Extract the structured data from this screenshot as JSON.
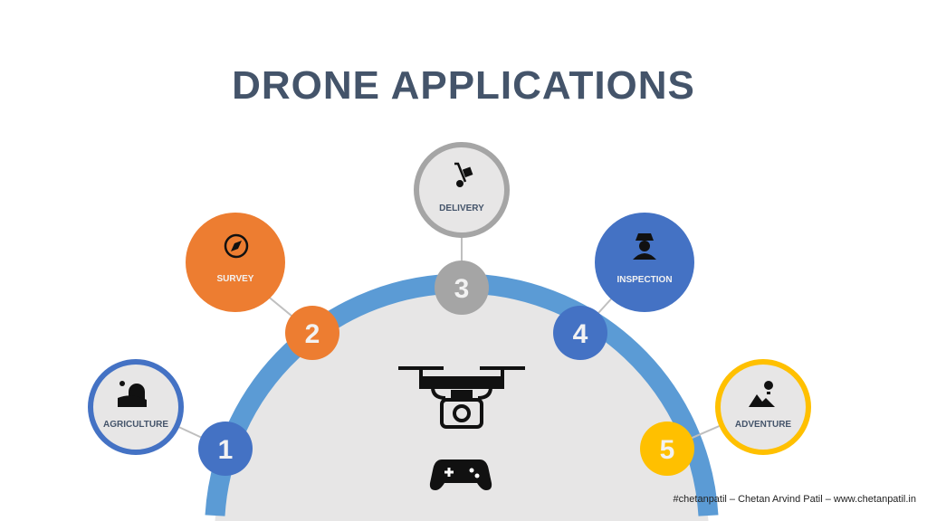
{
  "title": "DRONE APPLICATIONS",
  "items": [
    {
      "number": "1",
      "label": "AGRICULTURE",
      "icon": "barn-icon",
      "color": "#4472c4"
    },
    {
      "number": "2",
      "label": "SURVEY",
      "icon": "compass-icon",
      "color": "#ed7d31"
    },
    {
      "number": "3",
      "label": "DELIVERY",
      "icon": "hand-truck-icon",
      "color": "#a5a5a5"
    },
    {
      "number": "4",
      "label": "INSPECTION",
      "icon": "detective-icon",
      "color": "#4472c4"
    },
    {
      "number": "5",
      "label": "ADVENTURE",
      "icon": "mountain-balloon-icon",
      "color": "#ffc000"
    }
  ],
  "center_icons": [
    "drone-camera-icon",
    "gamepad-icon"
  ],
  "arc_color": "#5b9bd5",
  "footer": "#chetanpatil – Chetan Arvind Patil – www.chetanpatil.in"
}
